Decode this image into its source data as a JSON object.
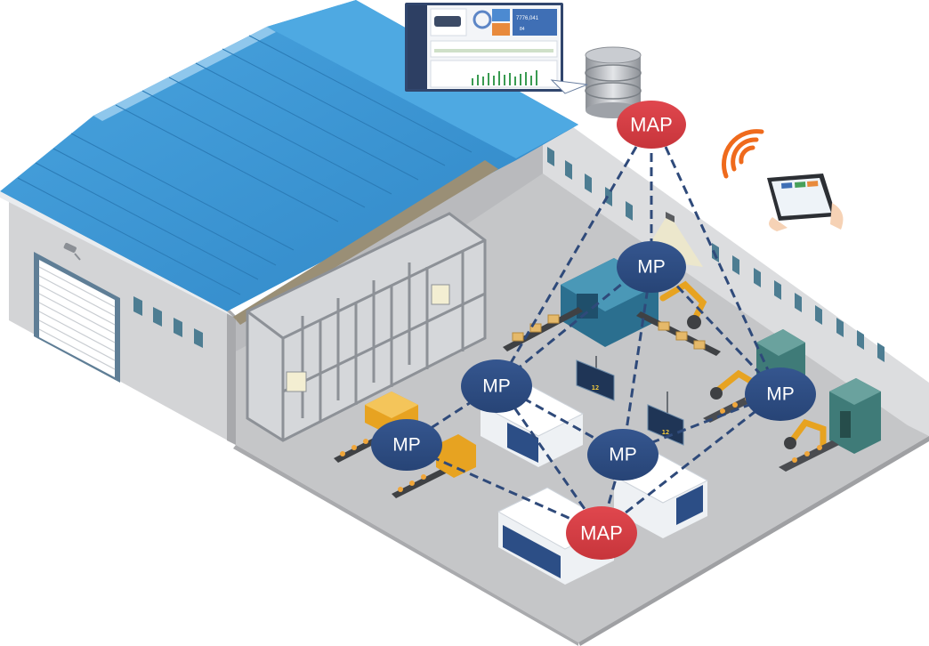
{
  "nodes": {
    "map_top": "MAP",
    "map_bottom": "MAP",
    "mp_top": "MP",
    "mp_left": "MP",
    "mp_left_low": "MP",
    "mp_center": "MP",
    "mp_right": "MP"
  },
  "dashboard": {
    "metric_value": "7776,041",
    "metric_unit": "84"
  },
  "boards": {
    "board_a": "12",
    "board_b": "12"
  },
  "colors": {
    "map_node": "#d9414a",
    "map_node_dark": "#c93a3f",
    "mp_node": "#2f4f86",
    "link": "#2f4a7a",
    "roof": "#3a93d2",
    "wall": "#d4d5d7",
    "floor": "#c7c8ca",
    "signal": "#ef6a1c"
  },
  "icons": {
    "database": "database-icon",
    "wifi": "wifi-signal-icon",
    "tablet": "tablet-icon",
    "dashboard": "dashboard-monitor-icon"
  }
}
